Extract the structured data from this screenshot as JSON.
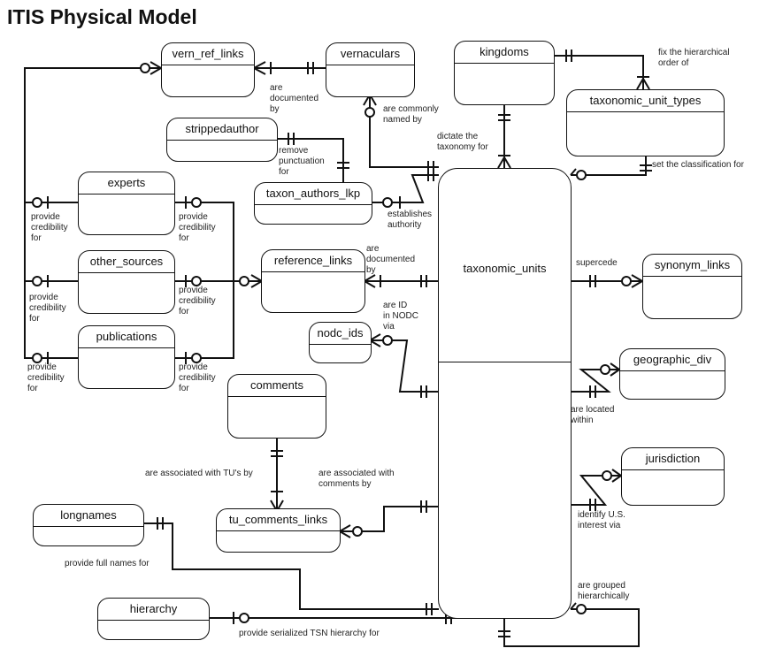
{
  "title": "ITIS Physical Model",
  "entities": {
    "vern_ref_links": "vern_ref_links",
    "vernaculars": "vernaculars",
    "kingdoms": "kingdoms",
    "taxonomic_unit_types": "taxonomic_unit_types",
    "strippedauthor": "strippedauthor",
    "taxon_authors_lkp": "taxon_authors_lkp",
    "experts": "experts",
    "other_sources": "other_sources",
    "publications": "publications",
    "reference_links": "reference_links",
    "nodc_ids": "nodc_ids",
    "taxonomic_units": "taxonomic_units",
    "synonym_links": "synonym_links",
    "geographic_div": "geographic_div",
    "comments": "comments",
    "jurisdiction": "jurisdiction",
    "tu_comments_links": "tu_comments_links",
    "longnames": "longnames",
    "hierarchy": "hierarchy"
  },
  "relationships": {
    "are_documented_by_1": "are\ndocumented\nby",
    "are_commonly_named_by": "are commonly\nnamed by",
    "fix_hierarchical_order": "fix the hierarchical\norder of",
    "dictate_taxonomy": "dictate the\ntaxonomy for",
    "remove_punctuation": "remove\npunctuation\nfor",
    "set_classification": "set the classification for",
    "establishes_authority": "establishes\nauthority",
    "experts_left": "provide\ncredibility\nfor",
    "experts_right": "provide\ncredibility\nfor",
    "other_sources_left": "provide\ncredibility\nfor",
    "other_sources_right": "provide\ncredibility\nfor",
    "publications_left": "provide\ncredibility\nfor",
    "publications_right": "provide\ncredibility\nfor",
    "are_documented_by_2": "are\ndocumented\nby",
    "supercede": "supercede",
    "are_id_in_nodc": "are ID\nin NODC\nvia",
    "are_located_within": "are located\nwithin",
    "assoc_tus_by": "are associated with TU's by",
    "assoc_comments_by": "are associated with\ncomments by",
    "identify_us_interest": "identify U.S.\ninterest via",
    "provide_full_names": "provide full names for",
    "are_grouped_hierarchically": "are grouped\nhierarchically",
    "provide_serialized_tsn": "provide serialized TSN hierarchy for"
  }
}
